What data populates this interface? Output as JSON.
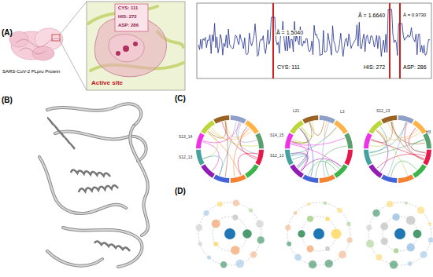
{
  "diagram": {
    "nodes": [
      {
        "text": [
          "CYS: 111",
          "HIS: 272",
          "ASP: 286",
          "Active site"
        ]
      }
    ],
    "labels": [
      "(A)",
      "SARS-CoV-2 PLpro Protein",
      "Å = 1.5040",
      "Å = 1.6640",
      "Å = 0.9730",
      "CYS: 111",
      "HIS: 272",
      "ASP: 286",
      "(B)",
      "(C)",
      "(D)",
      "S13_14",
      "S12_13",
      "S14_15",
      "S12_13",
      "L21",
      "L3",
      "S12_13",
      "H3"
    ]
  }
}
